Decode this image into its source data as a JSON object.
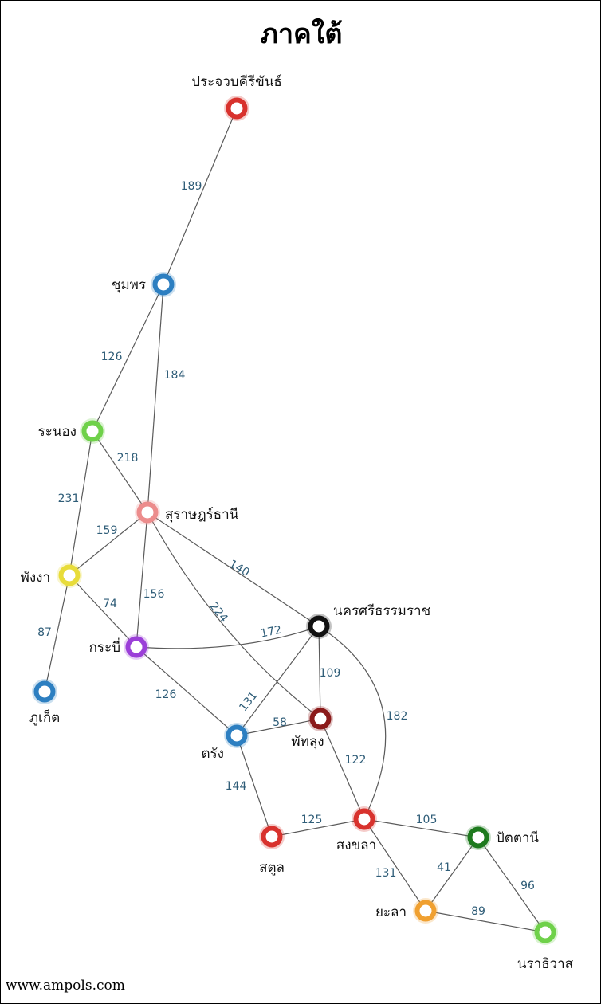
{
  "title": "ภาคใต้",
  "footer": "www.ampols.com",
  "nodes": [
    {
      "id": "prachuap",
      "label": "ประจวบคีรีขันธ์",
      "color": "#d8322d"
    },
    {
      "id": "chumphon",
      "label": "ชุมพร",
      "color": "#2d7fc1"
    },
    {
      "id": "ranong",
      "label": "ระนอง",
      "color": "#6fd14a"
    },
    {
      "id": "surat",
      "label": "สุราษฎร์ธานี",
      "color": "#ec8c8c"
    },
    {
      "id": "phangnga",
      "label": "พังงา",
      "color": "#e8dc3a"
    },
    {
      "id": "phuket",
      "label": "ภูเก็ต",
      "color": "#2d7fc1"
    },
    {
      "id": "krabi",
      "label": "กระบี่",
      "color": "#9b3fd8"
    },
    {
      "id": "nakhon",
      "label": "นครศรีธรรมราช",
      "color": "#111111"
    },
    {
      "id": "phatthalung",
      "label": "พัทลุง",
      "color": "#8b1a1a"
    },
    {
      "id": "trang",
      "label": "ตรัง",
      "color": "#2d7fc1"
    },
    {
      "id": "satun",
      "label": "สตูล",
      "color": "#d8322d"
    },
    {
      "id": "songkhla",
      "label": "สงขลา",
      "color": "#d8322d"
    },
    {
      "id": "pattani",
      "label": "ปัตตานี",
      "color": "#1e7a1e"
    },
    {
      "id": "yala",
      "label": "ยะลา",
      "color": "#f0a030"
    },
    {
      "id": "narathiwat",
      "label": "นราธิวาส",
      "color": "#6fd14a"
    }
  ],
  "edges": [
    {
      "from": "prachuap",
      "to": "chumphon",
      "distance": "189"
    },
    {
      "from": "chumphon",
      "to": "ranong",
      "distance": "126"
    },
    {
      "from": "chumphon",
      "to": "surat",
      "distance": "184"
    },
    {
      "from": "ranong",
      "to": "surat",
      "distance": "218"
    },
    {
      "from": "ranong",
      "to": "phangnga",
      "distance": "231"
    },
    {
      "from": "surat",
      "to": "phangnga",
      "distance": "159"
    },
    {
      "from": "surat",
      "to": "krabi",
      "distance": "156"
    },
    {
      "from": "surat",
      "to": "nakhon",
      "distance": "140"
    },
    {
      "from": "surat",
      "to": "phatthalung",
      "distance": "224"
    },
    {
      "from": "phangnga",
      "to": "krabi",
      "distance": "74"
    },
    {
      "from": "phangnga",
      "to": "phuket",
      "distance": "87"
    },
    {
      "from": "krabi",
      "to": "nakhon",
      "distance": "172"
    },
    {
      "from": "krabi",
      "to": "trang",
      "distance": "126"
    },
    {
      "from": "nakhon",
      "to": "phatthalung",
      "distance": "109"
    },
    {
      "from": "nakhon",
      "to": "trang",
      "distance": "131"
    },
    {
      "from": "nakhon",
      "to": "songkhla",
      "distance": "182"
    },
    {
      "from": "trang",
      "to": "phatthalung",
      "distance": "58"
    },
    {
      "from": "trang",
      "to": "satun",
      "distance": "144"
    },
    {
      "from": "phatthalung",
      "to": "songkhla",
      "distance": "122"
    },
    {
      "from": "satun",
      "to": "songkhla",
      "distance": "125"
    },
    {
      "from": "songkhla",
      "to": "pattani",
      "distance": "105"
    },
    {
      "from": "songkhla",
      "to": "yala",
      "distance": "131"
    },
    {
      "from": "pattani",
      "to": "yala",
      "distance": "41"
    },
    {
      "from": "pattani",
      "to": "narathiwat",
      "distance": "96"
    },
    {
      "from": "yala",
      "to": "narathiwat",
      "distance": "89"
    }
  ]
}
